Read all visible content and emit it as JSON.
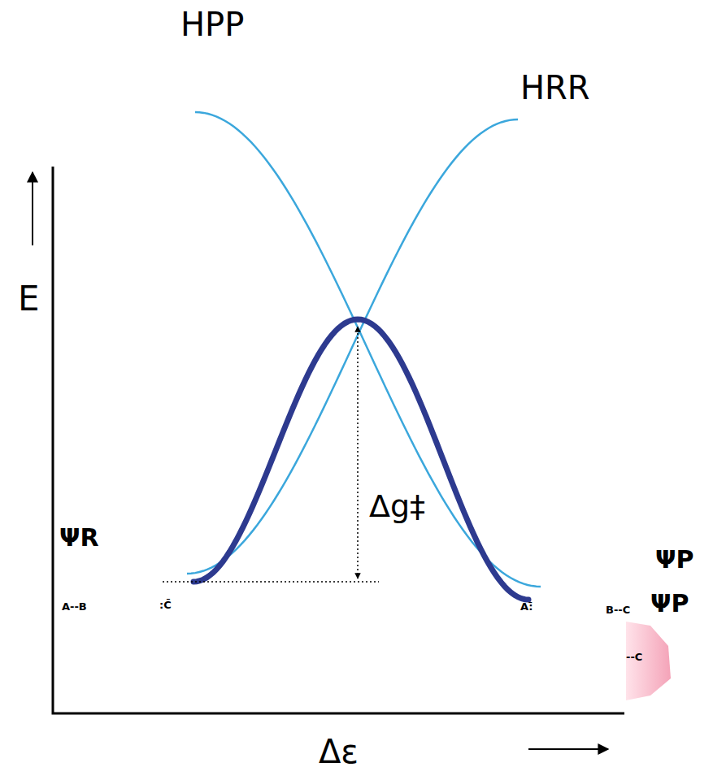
{
  "diagram": {
    "labels": [
      "HPP",
      "HRR",
      "E",
      "Δg‡",
      "ΨR",
      "A--B",
      ":C̄",
      "A:̄",
      "ΨP",
      "B--C",
      "ΨP",
      "--C",
      "Δε"
    ]
  }
}
